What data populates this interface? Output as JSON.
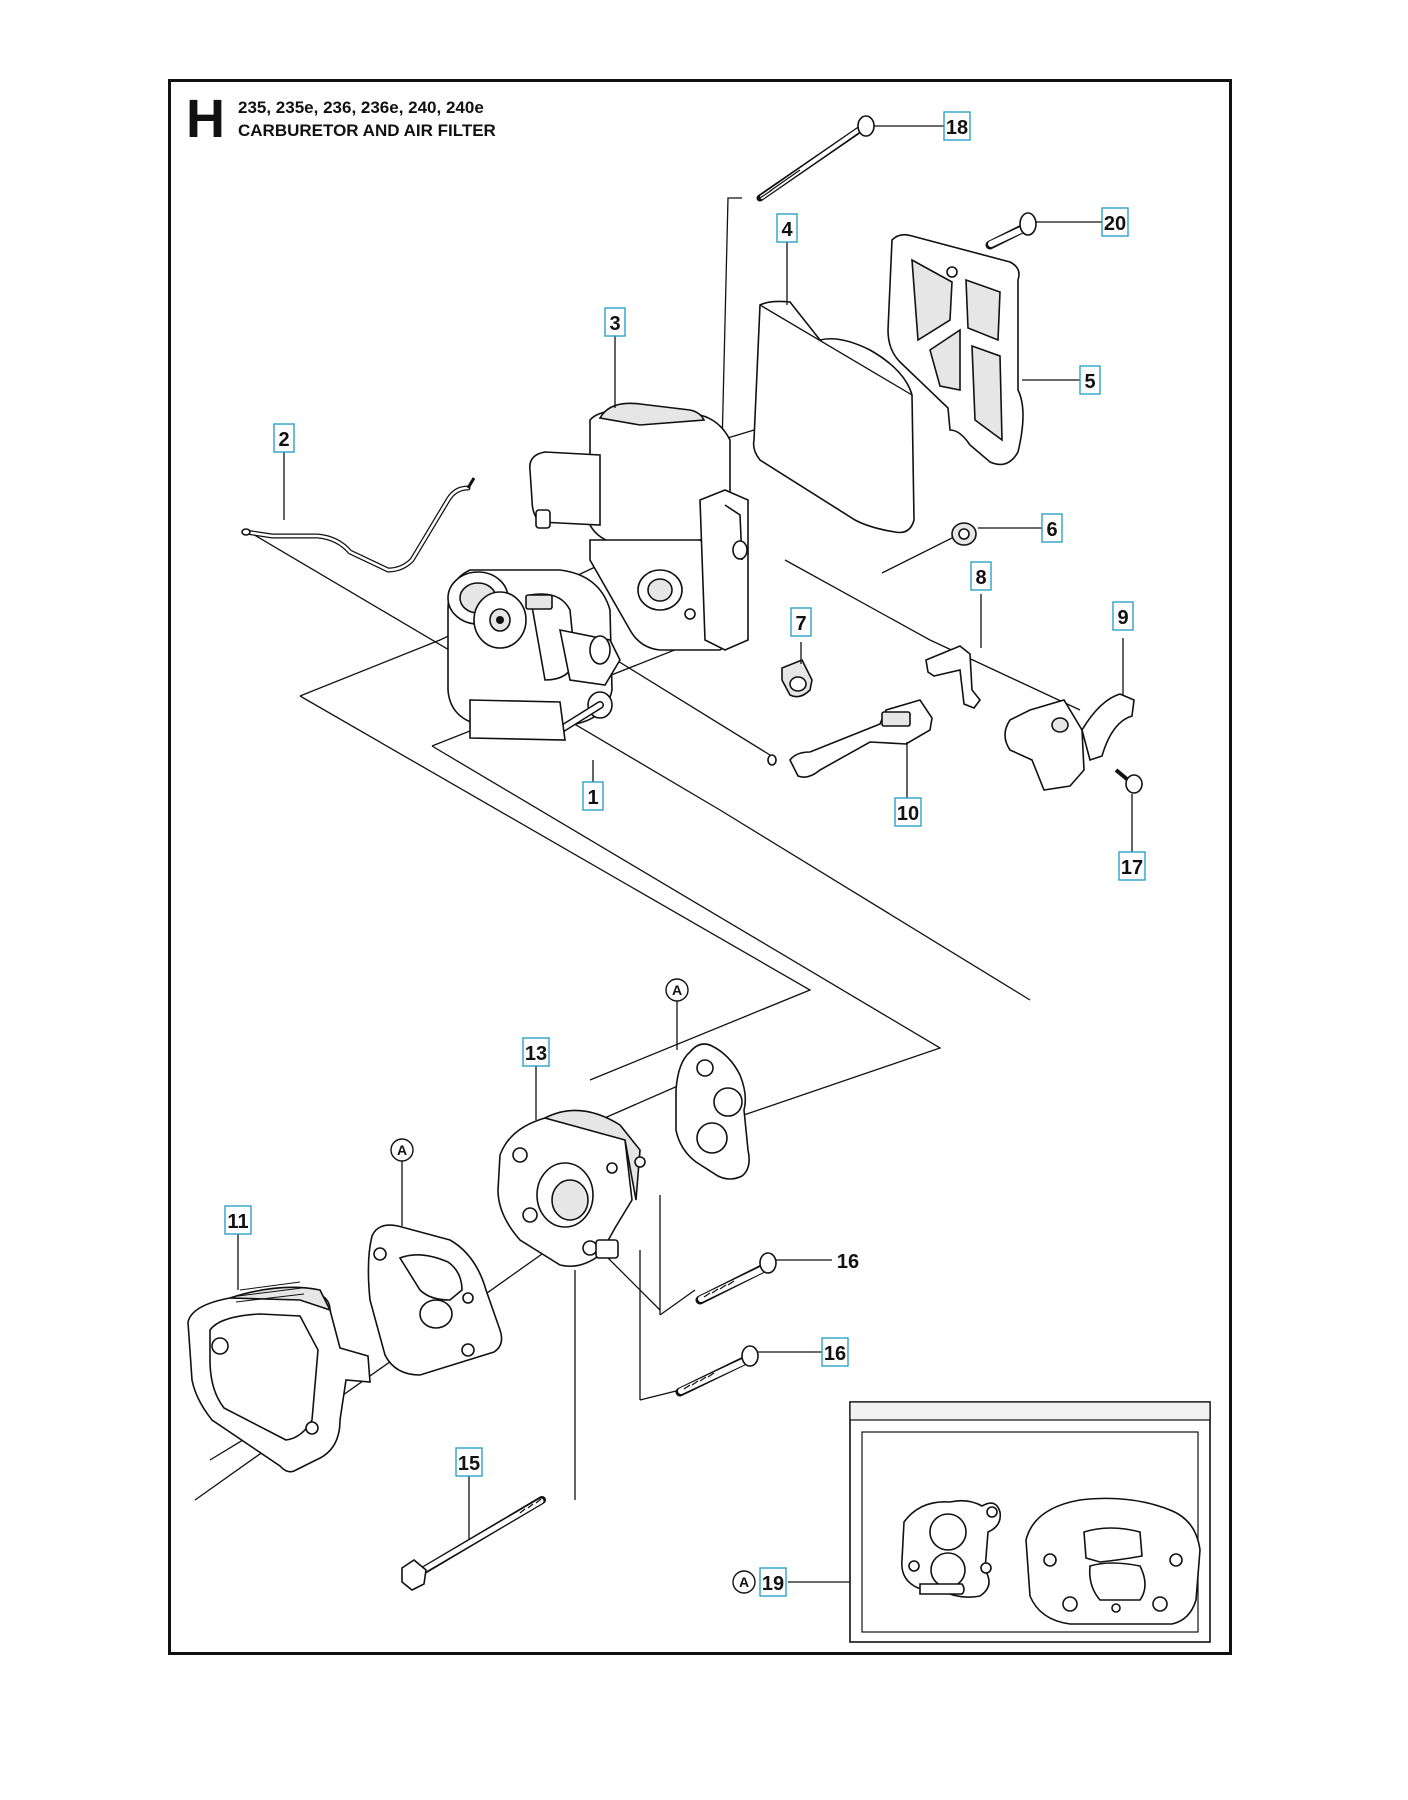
{
  "header": {
    "section_letter": "H",
    "models": "235, 235e, 236, 236e, 240, 240e",
    "title": "CARBURETOR AND AIR FILTER"
  },
  "callouts": [
    {
      "id": "1",
      "boxed": true
    },
    {
      "id": "2",
      "boxed": true
    },
    {
      "id": "3",
      "boxed": true
    },
    {
      "id": "4",
      "boxed": true
    },
    {
      "id": "5",
      "boxed": true
    },
    {
      "id": "6",
      "boxed": true
    },
    {
      "id": "7",
      "boxed": true
    },
    {
      "id": "8",
      "boxed": true
    },
    {
      "id": "9",
      "boxed": true
    },
    {
      "id": "10",
      "boxed": true
    },
    {
      "id": "11",
      "boxed": true
    },
    {
      "id": "13",
      "boxed": true
    },
    {
      "id": "15",
      "boxed": true
    },
    {
      "id": "16",
      "boxed": false
    },
    {
      "id": "16",
      "boxed": true
    },
    {
      "id": "17",
      "boxed": true
    },
    {
      "id": "18",
      "boxed": true
    },
    {
      "id": "19",
      "boxed": true
    },
    {
      "id": "20",
      "boxed": true
    }
  ],
  "kit_refs": [
    "A",
    "A",
    "A"
  ],
  "colors": {
    "line": "#111111",
    "callout_box": "#2aa3c8"
  }
}
